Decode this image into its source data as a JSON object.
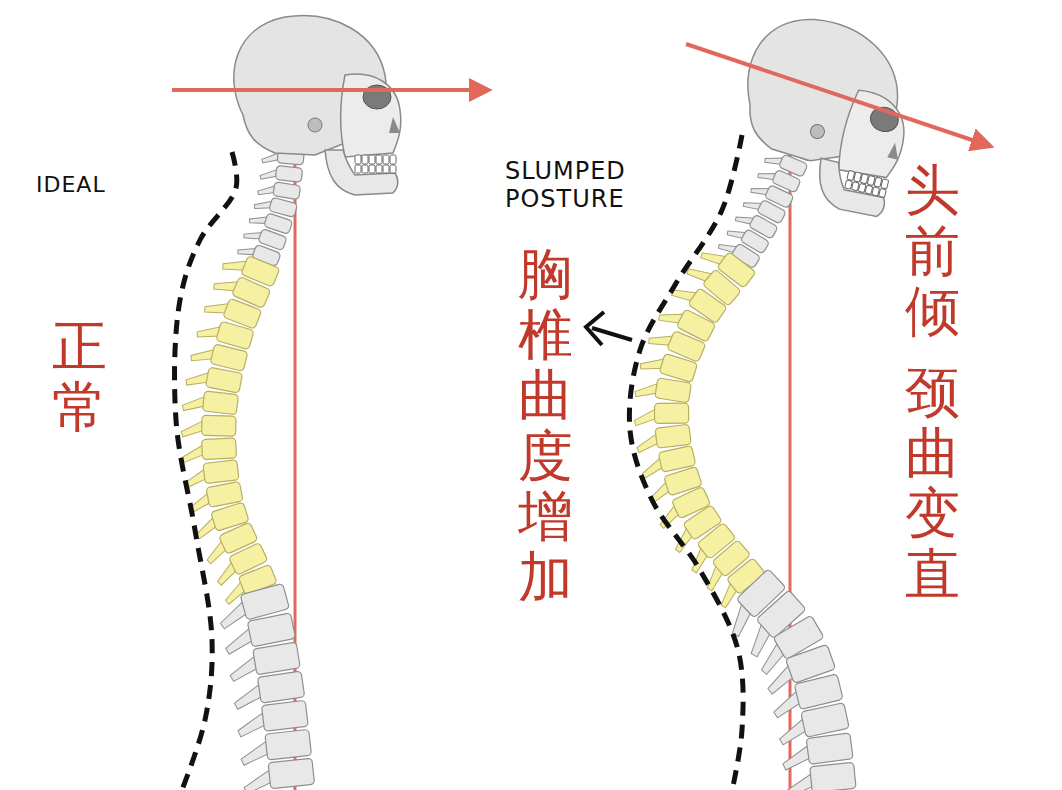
{
  "diagram": {
    "labels": [
      "IDEAL",
      "正常",
      "SLUMPED POSTURE",
      "胸椎曲度增加",
      "头前倾",
      "颈曲变直"
    ]
  }
}
